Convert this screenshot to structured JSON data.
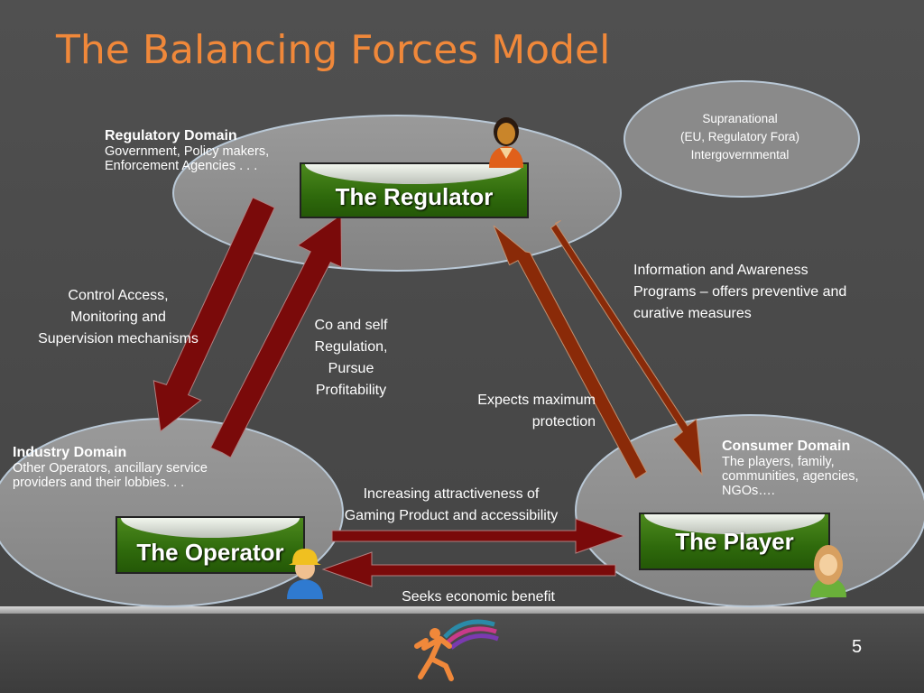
{
  "title": "The Balancing Forces Model",
  "nodes": {
    "regulator": "The Regulator",
    "operator": "The Operator",
    "player": "The Player"
  },
  "domains": {
    "regulatory": {
      "title": "Regulatory Domain",
      "desc_lines": [
        "Government, Policy makers,",
        "Enforcement Agencies . . ."
      ]
    },
    "industry": {
      "title": "Industry Domain",
      "desc_lines": [
        "Other Operators, ancillary service",
        "providers and their lobbies. . ."
      ]
    },
    "consumer": {
      "title": "Consumer Domain",
      "desc_lines": [
        "The players, family,",
        "communities, agencies,",
        "NGOs…."
      ]
    }
  },
  "supranational": [
    "Supranational",
    "(EU, Regulatory Fora)",
    "Intergovernmental"
  ],
  "arrow_labels": {
    "control_access": [
      "Control Access,",
      "Monitoring and",
      "Supervision mechanisms"
    ],
    "co_self_regulation": [
      "Co and self",
      "Regulation,",
      "Pursue",
      "Profitability"
    ],
    "information_awareness": [
      "Information and Awareness",
      "Programs – offers preventive and",
      "curative measures"
    ],
    "expects_protection": [
      "Expects maximum",
      "protection"
    ],
    "increasing_attractiveness": [
      "Increasing attractiveness of",
      "Gaming Product and accessibility"
    ],
    "seeks_benefit": "Seeks economic benefit"
  },
  "icons": {
    "regulator_person": "woman-user-icon",
    "operator_person": "worker-user-icon",
    "player_person": "woman-user-icon",
    "logo": "runner-logo-icon"
  },
  "colors": {
    "title": "#f0883a",
    "node_green": "#2f6a0c",
    "arrow": "#7a0a0a",
    "arrow_brown": "#8a2a08",
    "ellipse": "#8f8f8f"
  },
  "page_number": "5"
}
